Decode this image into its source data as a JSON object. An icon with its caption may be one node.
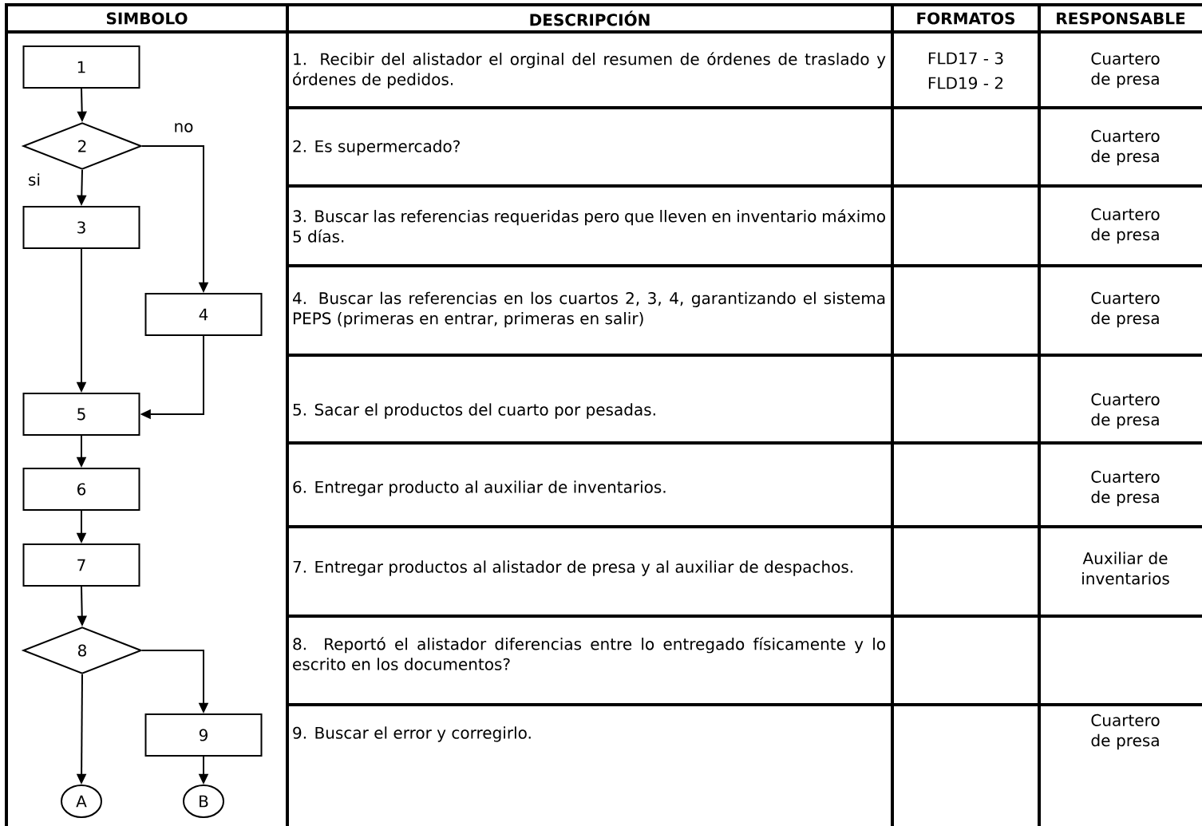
{
  "diagram": {
    "nodes": [
      {
        "text": [
          "1"
        ]
      },
      {
        "text": [
          "2"
        ]
      },
      {
        "text": [
          "3"
        ]
      },
      {
        "text": [
          "4"
        ]
      },
      {
        "text": [
          "5"
        ]
      },
      {
        "text": [
          "6"
        ]
      },
      {
        "text": [
          "7"
        ]
      },
      {
        "text": [
          "8"
        ]
      },
      {
        "text": [
          "9"
        ]
      },
      {
        "text": [
          "A"
        ]
      },
      {
        "text": [
          "B"
        ]
      }
    ],
    "edges": [
      {
        "from": 0,
        "to": 1,
        "arrow": "to"
      },
      {
        "from": 1,
        "to": 2,
        "arrow": "to",
        "label": "si"
      },
      {
        "from": 1,
        "to": 3,
        "arrow": "to",
        "label": "no"
      },
      {
        "from": 2,
        "to": 4,
        "arrow": "to"
      },
      {
        "from": 3,
        "to": 4,
        "arrow": "to"
      },
      {
        "from": 4,
        "to": 5,
        "arrow": "to"
      },
      {
        "from": 5,
        "to": 6,
        "arrow": "to"
      },
      {
        "from": 6,
        "to": 7,
        "arrow": "to"
      },
      {
        "from": 7,
        "to": 9,
        "arrow": "to"
      },
      {
        "from": 7,
        "to": 8,
        "arrow": "to"
      },
      {
        "from": 8,
        "to": 10,
        "arrow": "to"
      }
    ],
    "labels": [
      "SIMBOLO",
      "DESCRIPCIÓN",
      "FORMATOS",
      "RESPONSABLE",
      "1. Recibir del alistador el orginal del resumen de órdenes de traslado y  órdenes de pedidos.",
      "FLD17 - 3",
      "FLD19 - 2",
      "Cuartero de presa",
      "2. Es supermercado?",
      "Cuartero de presa",
      "3. Buscar las referencias requeridas pero que lleven en inventario máximo 5 días.",
      "Cuartero de presa",
      "4. Buscar las referencias en los cuartos 2, 3, 4, garantizando el sistema PEPS (primeras en entrar, primeras en salir)",
      "Cuartero de presa",
      "5. Sacar el productos del cuarto por pesadas.",
      "Cuartero de presa",
      "6. Entregar producto al auxiliar de inventarios.",
      "Cuartero de presa",
      "7. Entregar  productos al alistador de presa y al auxiliar de despachos.",
      "Auxiliar de inventarios",
      "8. Reportó el alistador diferencias entre lo entregado físicamente y lo escrito en los documentos?",
      "9. Buscar el error y corregirlo.",
      "Cuartero de presa"
    ]
  }
}
